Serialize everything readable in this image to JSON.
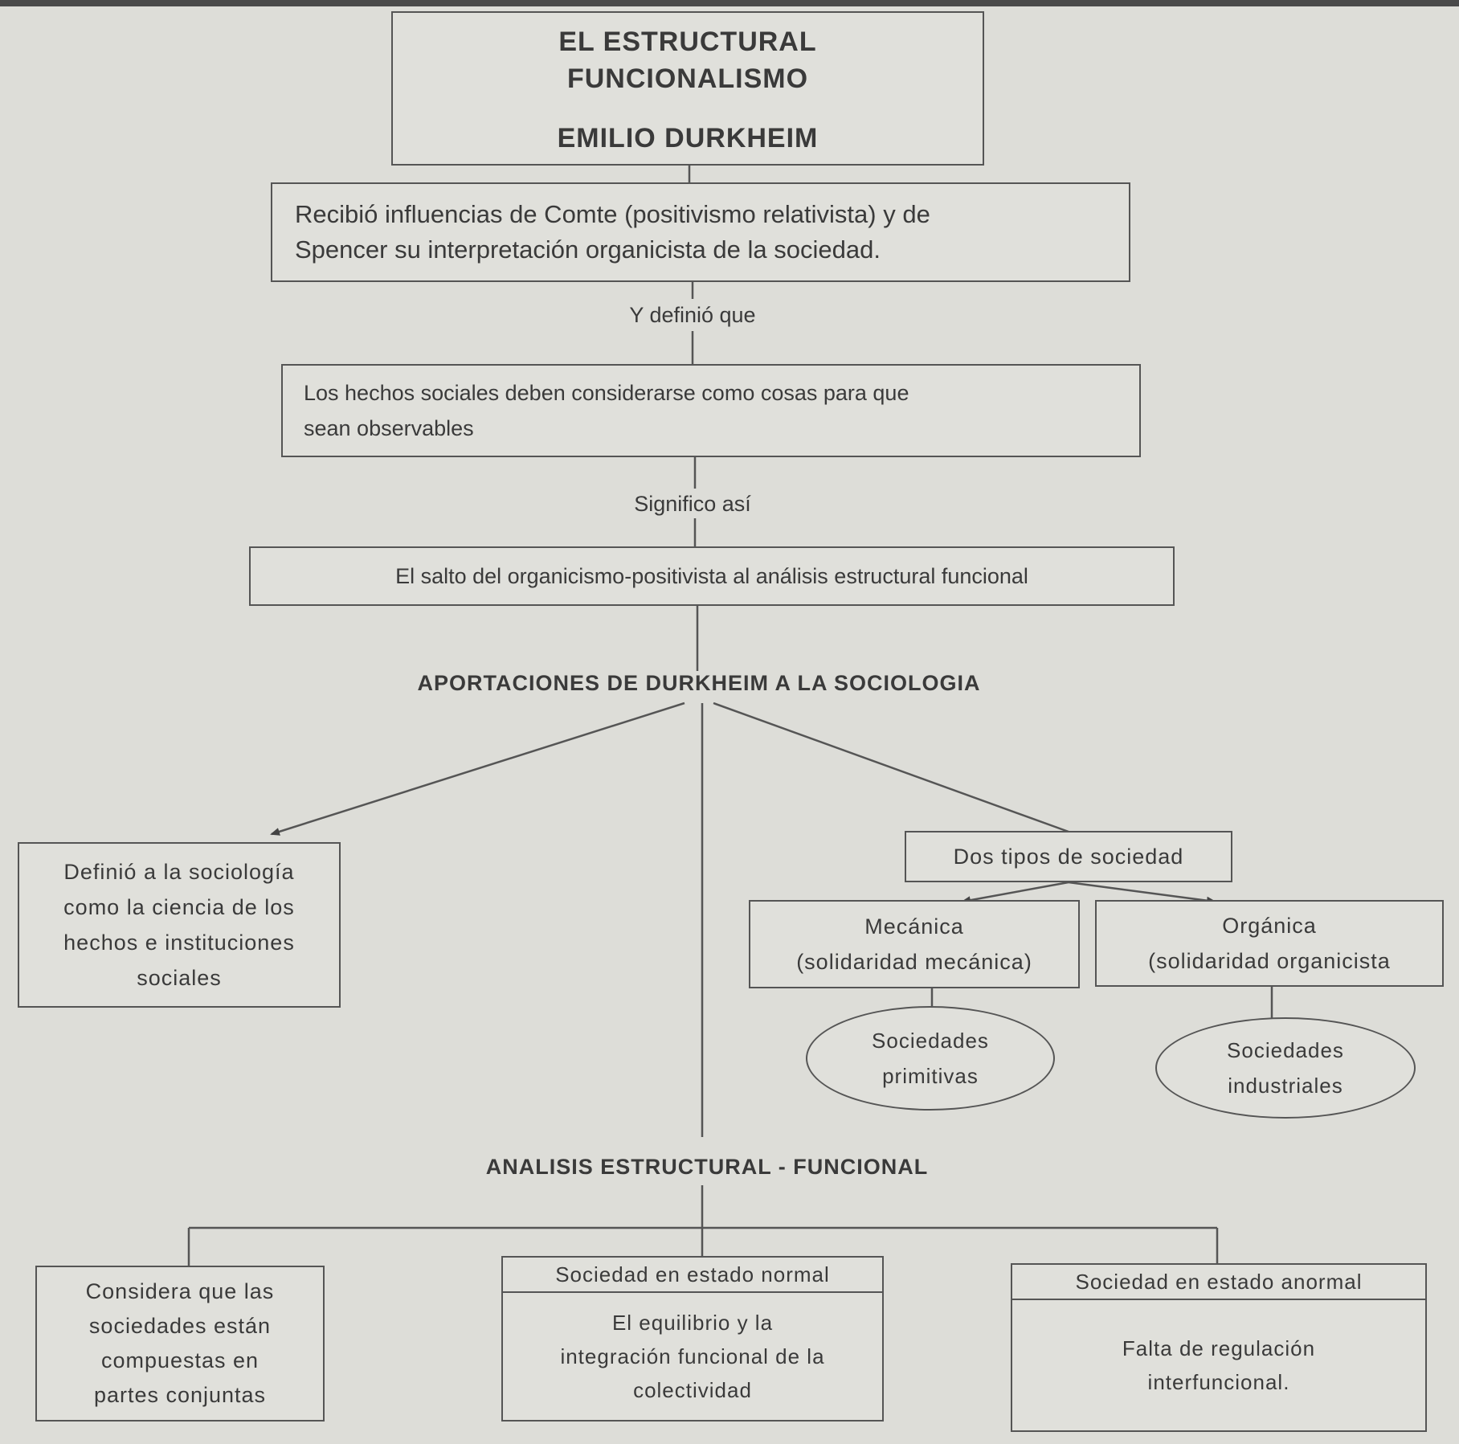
{
  "title": {
    "line1": "EL ESTRUCTURAL",
    "line2": "FUNCIONALISMO",
    "author": "EMILIO DURKHEIM"
  },
  "influences": {
    "line1": "Recibió influencias de Comte (positivismo relativista) y de",
    "line2": "Spencer su interpretación organicista de la  sociedad."
  },
  "connector1": "Y definió que",
  "social_facts": {
    "line1": "Los hechos sociales deben considerarse como cosas para que",
    "line2": "sean observables"
  },
  "connector2": "Significo así",
  "leap": "El salto del organicismo-positivista al análisis estructural funcional",
  "contributions_heading": "APORTACIONES DE DURKHEIM A LA SOCIOLOGIA",
  "definition": {
    "lines": [
      "Definió a la sociología",
      "como la ciencia de los",
      "hechos e instituciones",
      "sociales"
    ]
  },
  "society_types": {
    "heading": "Dos tipos de sociedad",
    "mechanical": {
      "line1": "Mecánica",
      "line2": "(solidaridad mecánica)"
    },
    "organic": {
      "line1": "Orgánica",
      "line2": "(solidaridad organicista"
    },
    "primitive": {
      "line1": "Sociedades",
      "line2": "primitivas"
    },
    "industrial": {
      "line1": "Sociedades",
      "line2": "industriales"
    }
  },
  "analysis_heading": "ANALISIS ESTRUCTURAL - FUNCIONAL",
  "analysis": {
    "parts": {
      "lines": [
        "Considera que las",
        "sociedades están",
        "compuestas en",
        "partes conjuntas"
      ]
    },
    "normal": {
      "heading": "Sociedad en estado normal",
      "lines": [
        "El equilibrio y la",
        "integración funcional de la",
        "colectividad"
      ]
    },
    "abnormal": {
      "heading": "Sociedad en estado anormal",
      "lines": [
        "Falta de regulación",
        "interfuncional."
      ]
    }
  },
  "colors": {
    "background": "#ddddd8",
    "line": "#555555",
    "text": "#3a3a3a"
  }
}
